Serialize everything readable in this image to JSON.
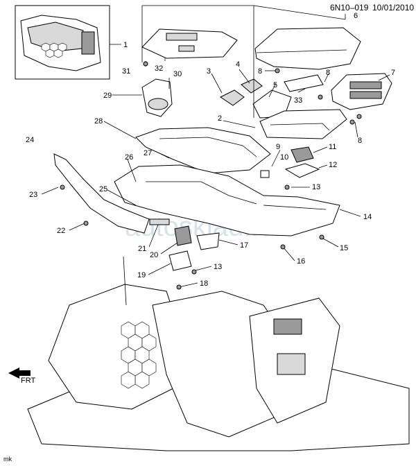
{
  "header": {
    "ref": "6N10–019",
    "date": "10/01/2010"
  },
  "callouts": [
    "1",
    "2",
    "3",
    "4",
    "5",
    "6",
    "7",
    "8",
    "8",
    "8",
    "11",
    "12",
    "13",
    "13",
    "14",
    "15",
    "16",
    "17",
    "18",
    "19",
    "20",
    "21",
    "22",
    "23",
    "24",
    "25",
    "26",
    "27",
    "28",
    "29",
    "30",
    "31",
    "32",
    "33",
    "9",
    "10"
  ],
  "direction_label": "FRT",
  "corner_label": "mk",
  "watermark": "autosklad.ru"
}
